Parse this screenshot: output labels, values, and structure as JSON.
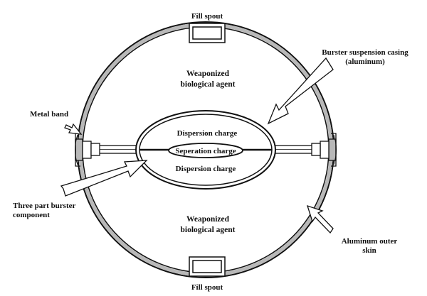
{
  "labels": {
    "fill_spout_top": "Fill spout",
    "fill_spout_bottom": "Fill spout",
    "agent_top_line1": "Weaponized",
    "agent_top_line2": "biological agent",
    "agent_bottom_line1": "Weaponized",
    "agent_bottom_line2": "biological agent",
    "dispersion_top": "Dispersion charge",
    "separation": "Seperation charge",
    "dispersion_bottom": "Dispersion charge",
    "metal_band": "Metal band",
    "casing_line1": "Burster suspension casing",
    "casing_line2": "(aluminum)",
    "burster_line1": "Three part burster",
    "burster_line2": "component",
    "skin_line1": "Aluminum outer",
    "skin_line2": "skin"
  },
  "colors": {
    "outline": "#111111",
    "shell_fill": "#b8b8b8",
    "arrow_fill": "#ffffff",
    "background": "#ffffff"
  }
}
